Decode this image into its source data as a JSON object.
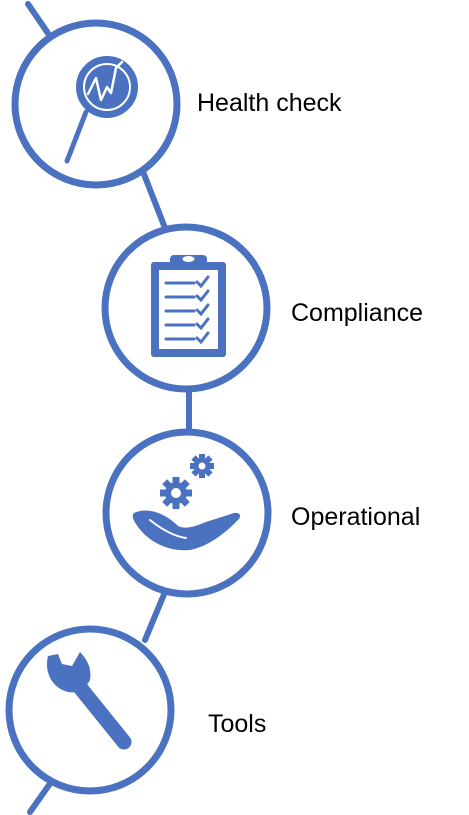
{
  "colors": {
    "accent": "#4a72c0",
    "background": "#ffffff",
    "text": "#000000"
  },
  "steps": [
    {
      "label": "Health check",
      "icon": "magnifier-heartbeat-icon"
    },
    {
      "label": "Compliance",
      "icon": "clipboard-checklist-icon"
    },
    {
      "label": "Operational",
      "icon": "hand-gears-icon"
    },
    {
      "label": "Tools",
      "icon": "wrench-icon"
    }
  ]
}
